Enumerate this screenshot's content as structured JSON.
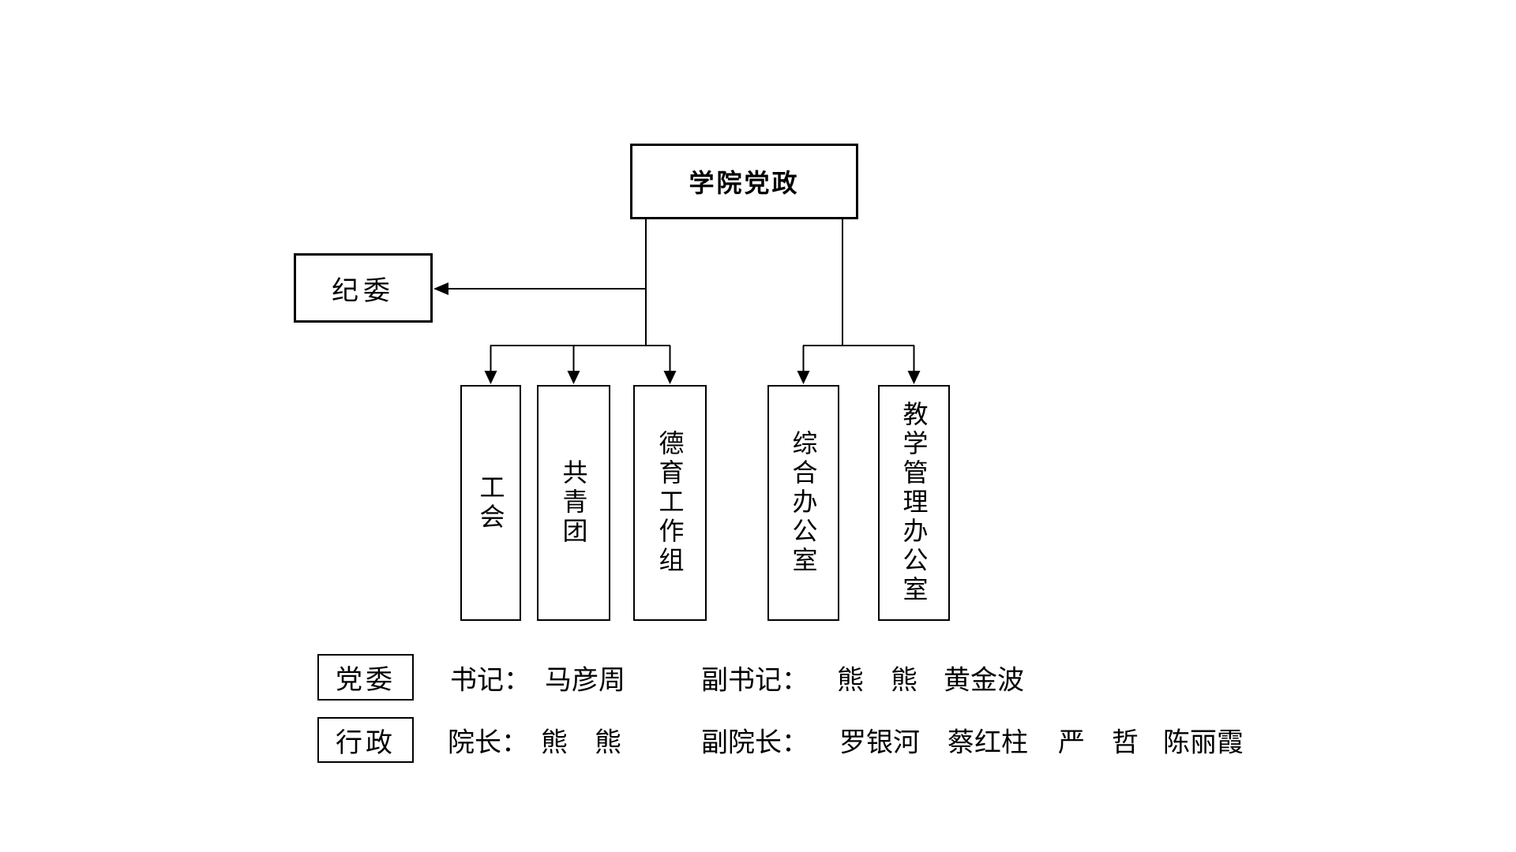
{
  "diagram": {
    "root": {
      "label": "学院党政"
    },
    "side": {
      "label": "纪委"
    },
    "departments": [
      {
        "label": "工会"
      },
      {
        "label": "共青团"
      },
      {
        "label": "德育工作组"
      },
      {
        "label": "综合办公室"
      },
      {
        "label": "教学管理办公室"
      }
    ]
  },
  "legend": {
    "rows": [
      {
        "tag": "党委",
        "groups": [
          {
            "role": "书记：",
            "names": [
              "马彦周"
            ]
          },
          {
            "role": "副书记：",
            "names": [
              "熊　熊",
              "黄金波"
            ]
          }
        ]
      },
      {
        "tag": "行政",
        "groups": [
          {
            "role": "院长：",
            "names": [
              "熊　熊"
            ]
          },
          {
            "role": "副院长：",
            "names": [
              "罗银河",
              "蔡红柱",
              "严　哲",
              "陈丽霞"
            ]
          }
        ]
      }
    ]
  },
  "colors": {
    "background": "#ffffff",
    "line": "#000000",
    "text": "#000000"
  }
}
